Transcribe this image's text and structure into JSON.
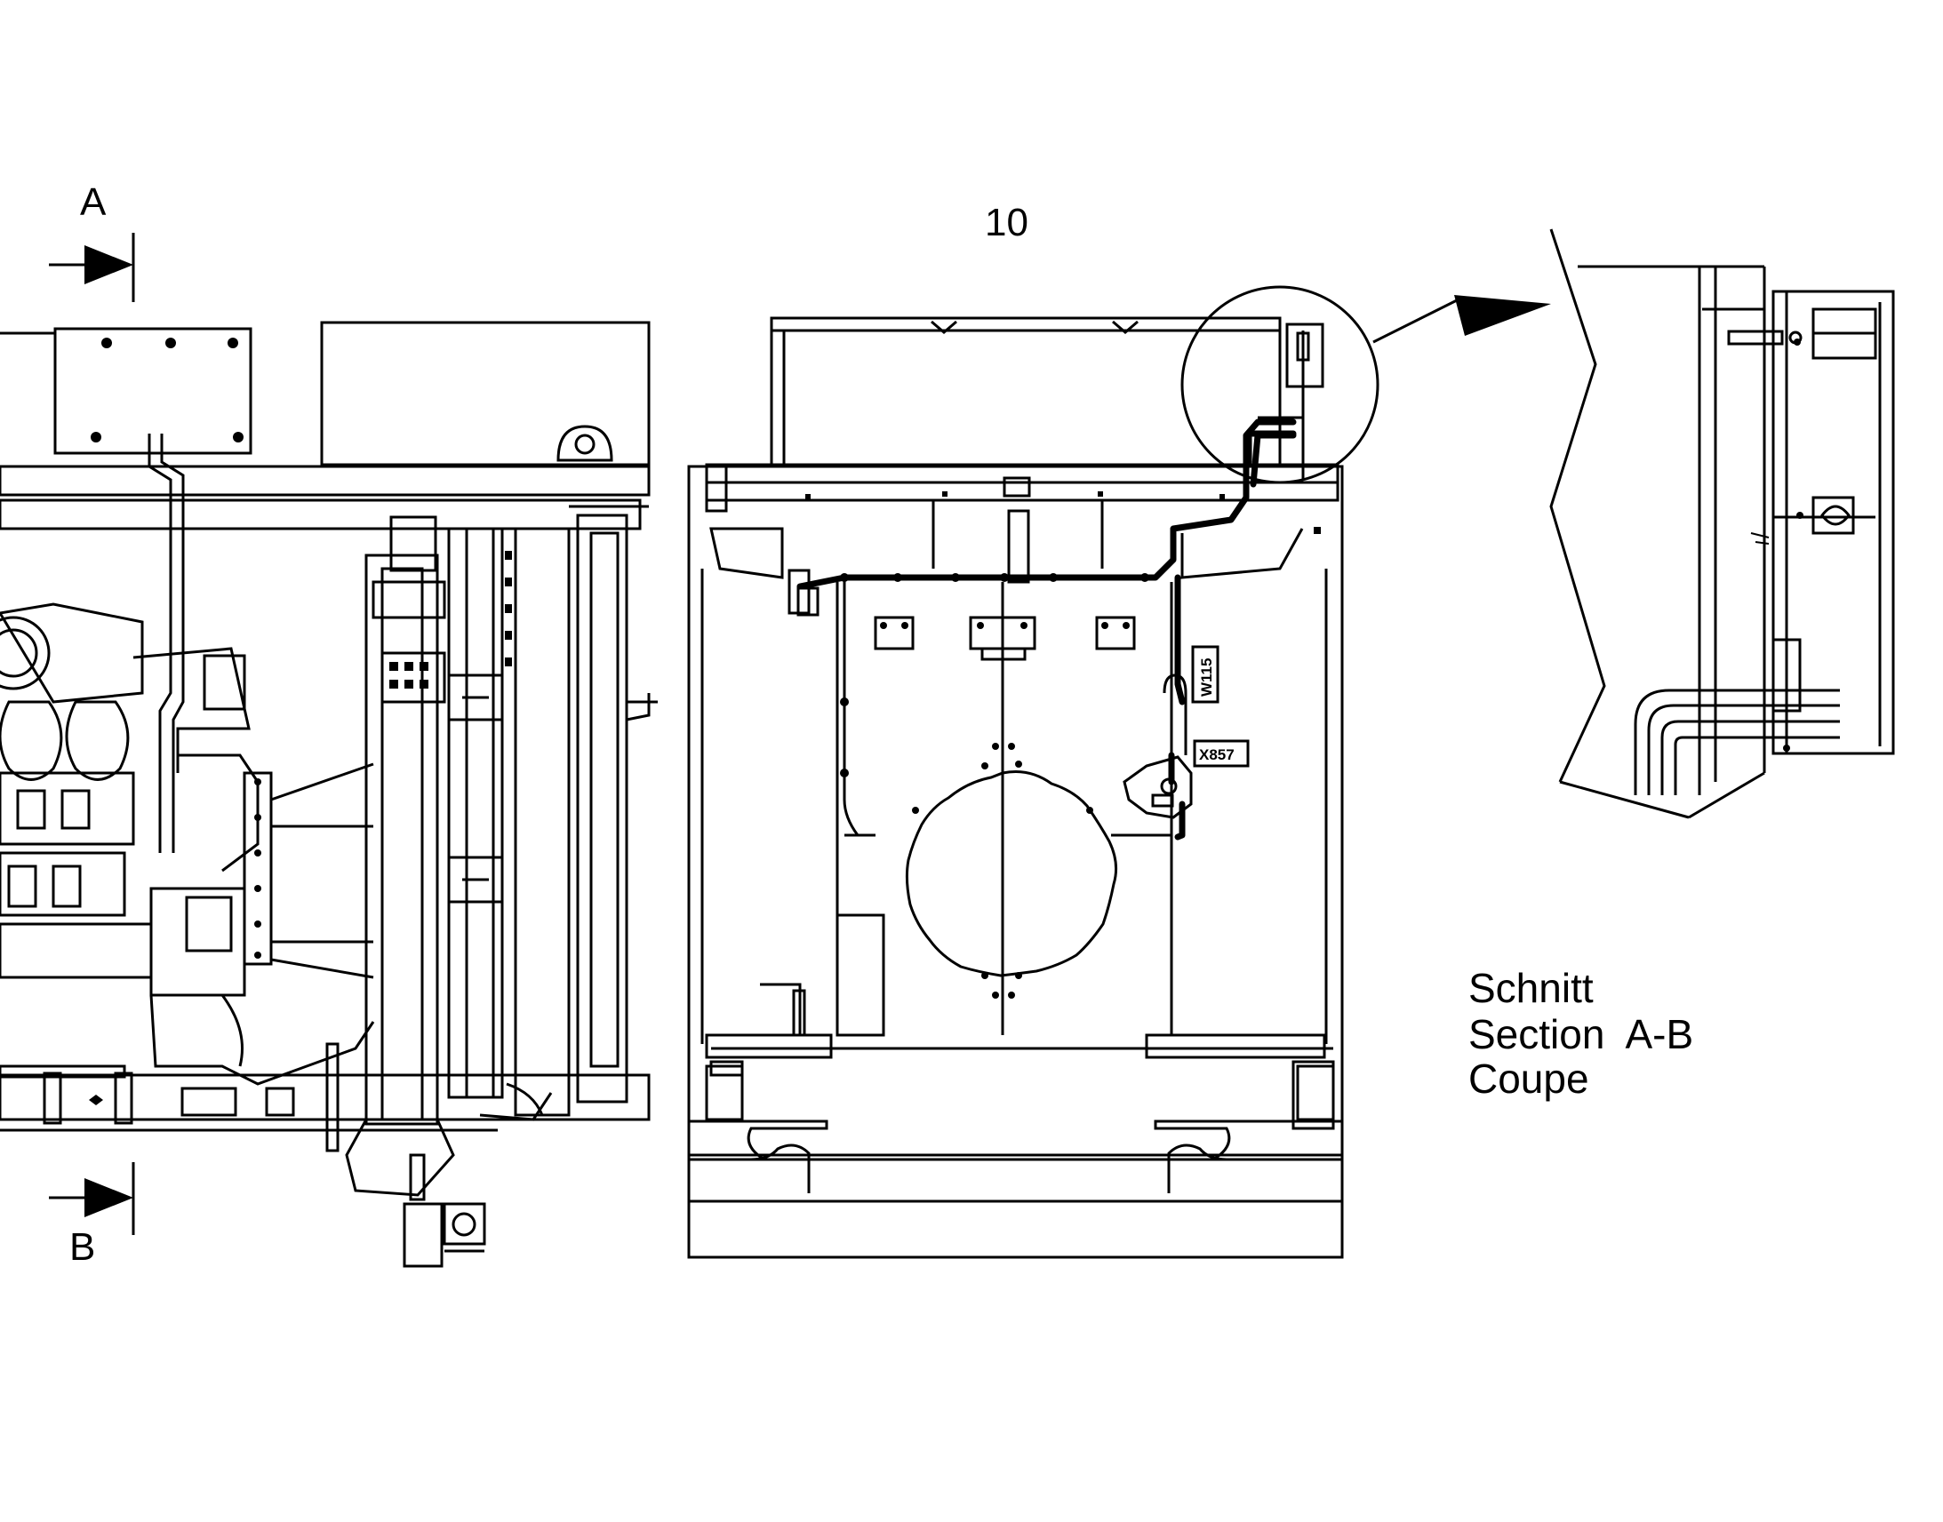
{
  "figure_number": "10",
  "section_marker_top": "A",
  "section_marker_bottom": "B",
  "cable_label": "W115",
  "connector_label": "X857",
  "caption": {
    "line1": "Schnitt",
    "line2": "Section  A-B",
    "line3": "Coupe"
  }
}
